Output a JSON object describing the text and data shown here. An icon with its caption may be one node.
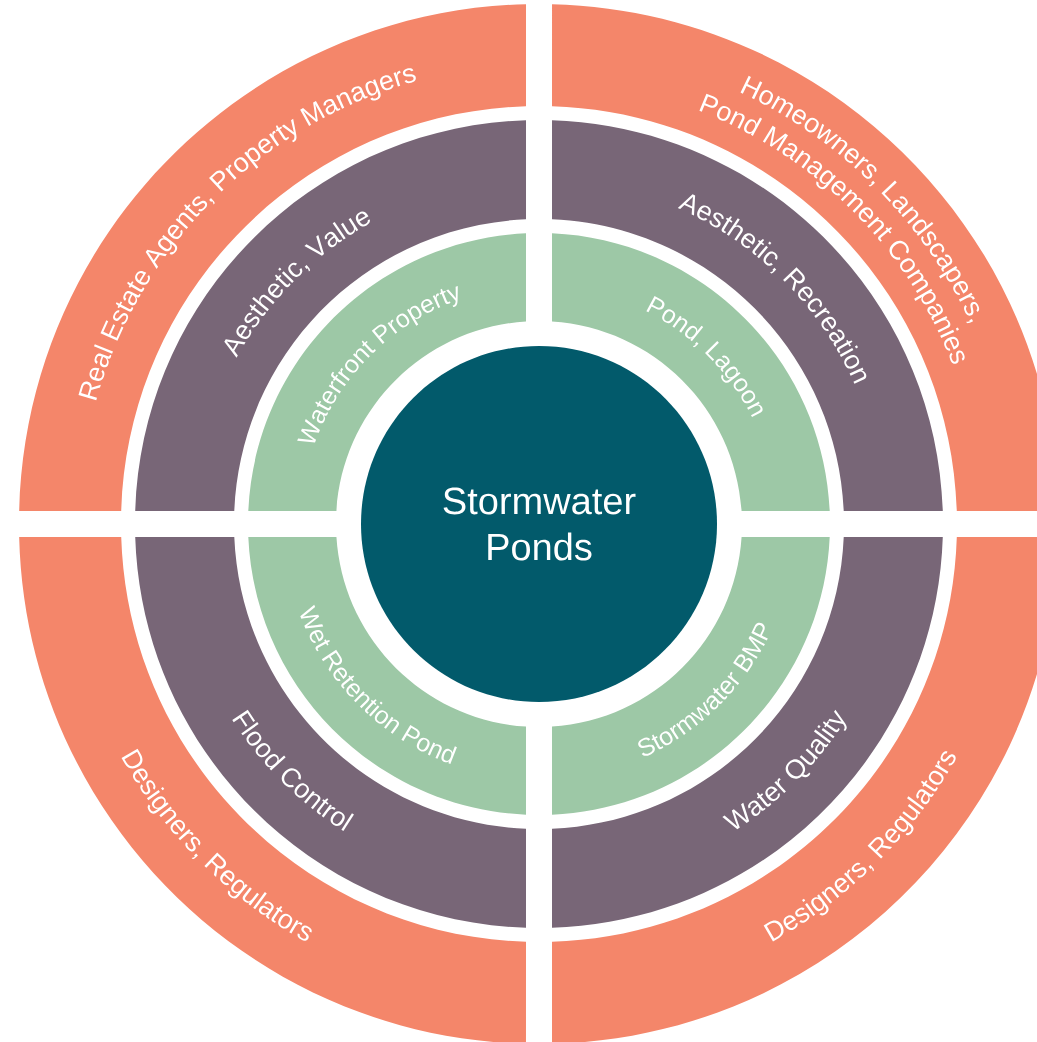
{
  "diagram": {
    "nodes": [
      {
        "text": [
          "Stormwater Ponds"
        ]
      },
      {
        "text": [
          "Waterfront Property"
        ]
      },
      {
        "text": [
          "Pond, Lagoon"
        ]
      },
      {
        "text": [
          "Wet Retention Pond"
        ]
      },
      {
        "text": [
          "Stormwater BMP"
        ]
      },
      {
        "text": [
          "Aesthetic, Value"
        ]
      },
      {
        "text": [
          "Aesthetic, Recreation"
        ]
      },
      {
        "text": [
          "Flood Control"
        ]
      },
      {
        "text": [
          "Water Quality"
        ]
      },
      {
        "text": [
          "Real Estate Agents, Property Managers"
        ]
      },
      {
        "text": [
          "Homeowners, Landscapers,",
          "Pond Management Companies"
        ]
      },
      {
        "text": [
          "Designers, Regulators"
        ]
      },
      {
        "text": [
          "Designers, Regulators"
        ]
      }
    ]
  }
}
